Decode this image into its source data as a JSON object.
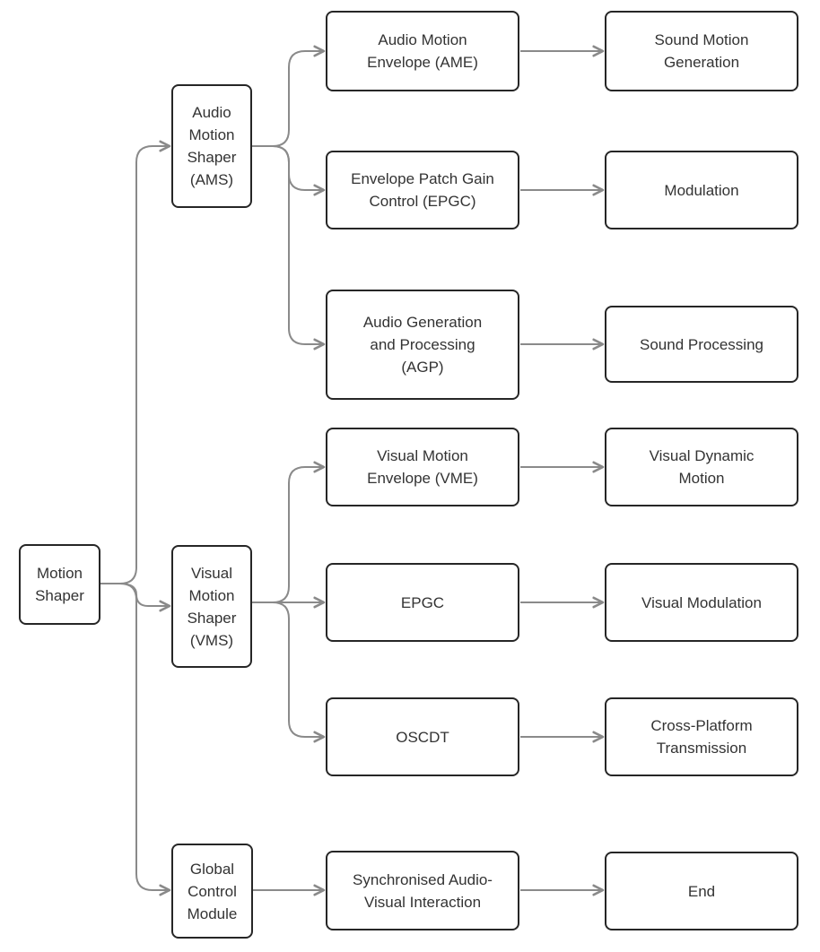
{
  "diagram": {
    "type": "flowchart",
    "orientation": "left-to-right",
    "colors": {
      "background": "#ffffff",
      "node_border": "#262626",
      "node_fill": "#ffffff",
      "edge": "#8a8a8a",
      "text": "#333333"
    },
    "nodes": {
      "motion_shaper": {
        "label": "Motion\nShaper"
      },
      "ams": {
        "label": "Audio\nMotion\nShaper\n(AMS)"
      },
      "vms": {
        "label": "Visual\nMotion\nShaper\n(VMS)"
      },
      "gcm": {
        "label": "Global\nControl\nModule"
      },
      "ame": {
        "label": "Audio Motion\nEnvelope (AME)"
      },
      "epgc1": {
        "label": "Envelope Patch Gain\nControl (EPGC)"
      },
      "agp": {
        "label": "Audio Generation\nand Processing\n(AGP)"
      },
      "vme": {
        "label": "Visual Motion\nEnvelope (VME)"
      },
      "epgc2": {
        "label": "EPGC"
      },
      "oscdt": {
        "label": "OSCDT"
      },
      "sync": {
        "label": "Synchronised Audio-\nVisual Interaction"
      },
      "smg": {
        "label": "Sound Motion\nGeneration"
      },
      "modulation": {
        "label": "Modulation"
      },
      "sound_processing": {
        "label": "Sound Processing"
      },
      "vdm": {
        "label": "Visual Dynamic\nMotion"
      },
      "visual_modulation": {
        "label": "Visual Modulation"
      },
      "cpt": {
        "label": "Cross-Platform\nTransmission"
      },
      "end": {
        "label": "End"
      }
    },
    "edges": [
      {
        "from": "motion_shaper",
        "to": "ams"
      },
      {
        "from": "motion_shaper",
        "to": "vms"
      },
      {
        "from": "motion_shaper",
        "to": "gcm"
      },
      {
        "from": "ams",
        "to": "ame"
      },
      {
        "from": "ams",
        "to": "epgc1"
      },
      {
        "from": "ams",
        "to": "agp"
      },
      {
        "from": "vms",
        "to": "vme"
      },
      {
        "from": "vms",
        "to": "epgc2"
      },
      {
        "from": "vms",
        "to": "oscdt"
      },
      {
        "from": "gcm",
        "to": "sync"
      },
      {
        "from": "ame",
        "to": "smg"
      },
      {
        "from": "epgc1",
        "to": "modulation"
      },
      {
        "from": "agp",
        "to": "sound_processing"
      },
      {
        "from": "vme",
        "to": "vdm"
      },
      {
        "from": "epgc2",
        "to": "visual_modulation"
      },
      {
        "from": "oscdt",
        "to": "cpt"
      },
      {
        "from": "sync",
        "to": "end"
      }
    ]
  }
}
